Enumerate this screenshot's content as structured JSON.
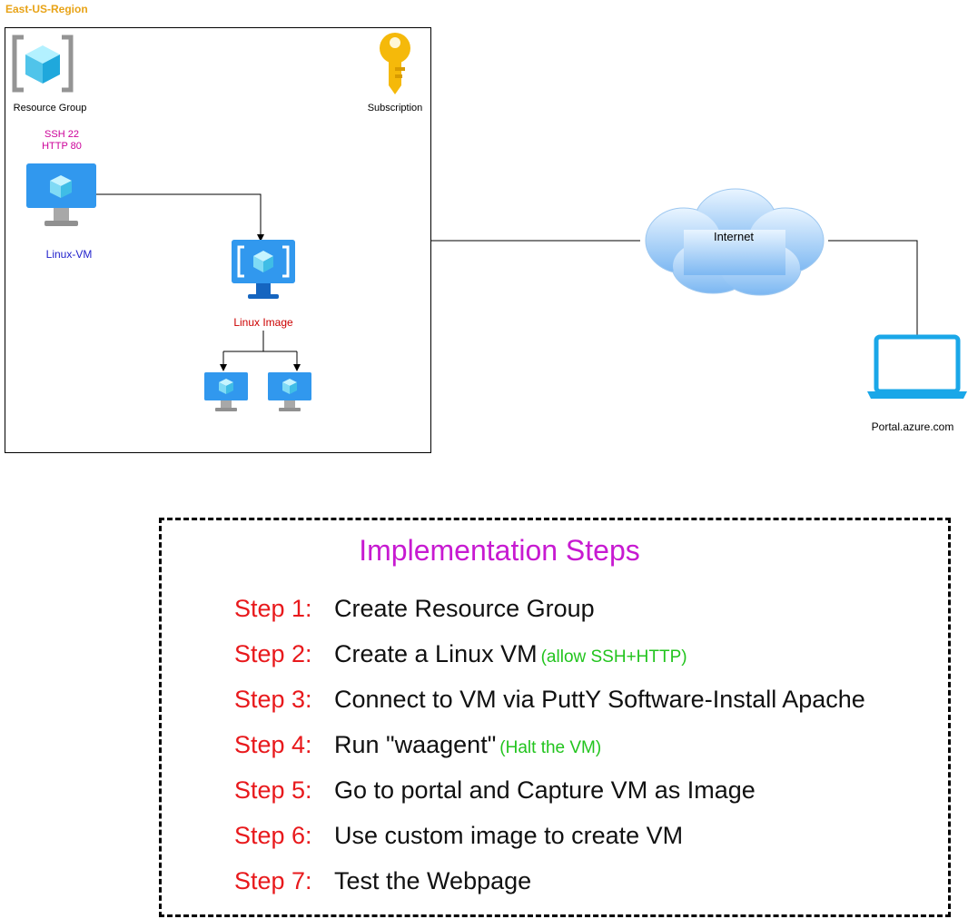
{
  "region": {
    "title": "East-US-Region"
  },
  "nodes": {
    "resource_group": "Resource Group",
    "subscription": "Subscription",
    "ports": [
      "SSH 22",
      "HTTP 80"
    ],
    "linux_vm": "Linux-VM",
    "linux_image": "Linux Image",
    "internet": "Internet",
    "portal": "Portal.azure.com"
  },
  "steps": {
    "title": "Implementation Steps",
    "items": [
      {
        "num": "Step 1:",
        "text": "Create Resource Group",
        "note": ""
      },
      {
        "num": "Step 2:",
        "text": "Create a Linux VM",
        "note": "(allow SSH+HTTP)"
      },
      {
        "num": "Step 3:",
        "text": "Connect to VM via PuttY Software-Install Apache",
        "note": ""
      },
      {
        "num": "Step 4:",
        "text": "Run \"waagent\"",
        "note": "(Halt the VM)"
      },
      {
        "num": "Step 5:",
        "text": "Go to portal and Capture VM as Image",
        "note": ""
      },
      {
        "num": "Step 6:",
        "text": "Use custom image to create VM",
        "note": ""
      },
      {
        "num": "Step 7:",
        "text": "Test the Webpage",
        "note": ""
      }
    ]
  },
  "colors": {
    "region_title": "#e8a317",
    "ports": "#cc0099",
    "linux_vm_label": "#2222cc",
    "linux_image_label": "#cc0000",
    "steps_title": "#c71ad1",
    "step_number": "#e8191c",
    "step_note": "#22c41e"
  }
}
